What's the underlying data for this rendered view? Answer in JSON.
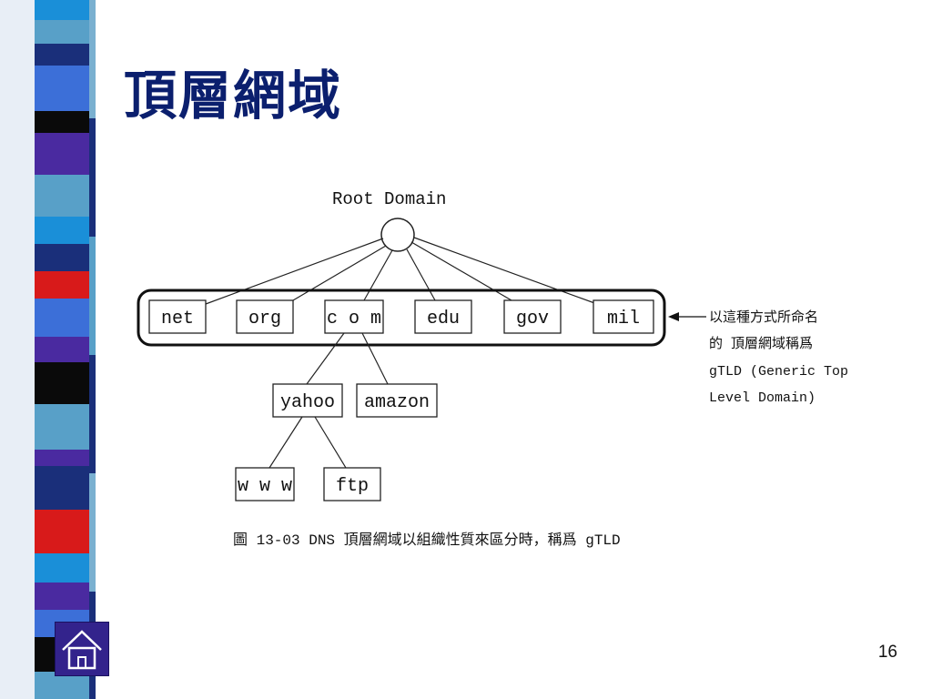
{
  "slide": {
    "title": "頂層網域",
    "page_number": "16"
  },
  "diagram": {
    "root_label": "Root Domain",
    "tld_nodes": [
      "net",
      "org",
      "c o m",
      "edu",
      "gov",
      "mil"
    ],
    "second_level_nodes": [
      "yahoo",
      "amazon"
    ],
    "third_level_nodes": [
      "w w w",
      "ftp"
    ],
    "note_lines": [
      "以這種方式所命名",
      "的  頂層網域稱爲",
      "gTLD (Generic Top",
      "Level Domain)"
    ],
    "caption": "圖 13-03  DNS 頂層網域以組織性質來區分時，稱爲 gTLD"
  },
  "colors": {
    "title": "#0b1f6e",
    "home_button": "#33238c",
    "band": [
      "#3c6fd8",
      "#1a2f7a",
      "#58a0c8",
      "#0a0a0a",
      "#4a2aa0",
      "#d81a1a",
      "#7ab0d0",
      "#1a8fd8"
    ]
  },
  "icons": {
    "home": "house-icon"
  }
}
